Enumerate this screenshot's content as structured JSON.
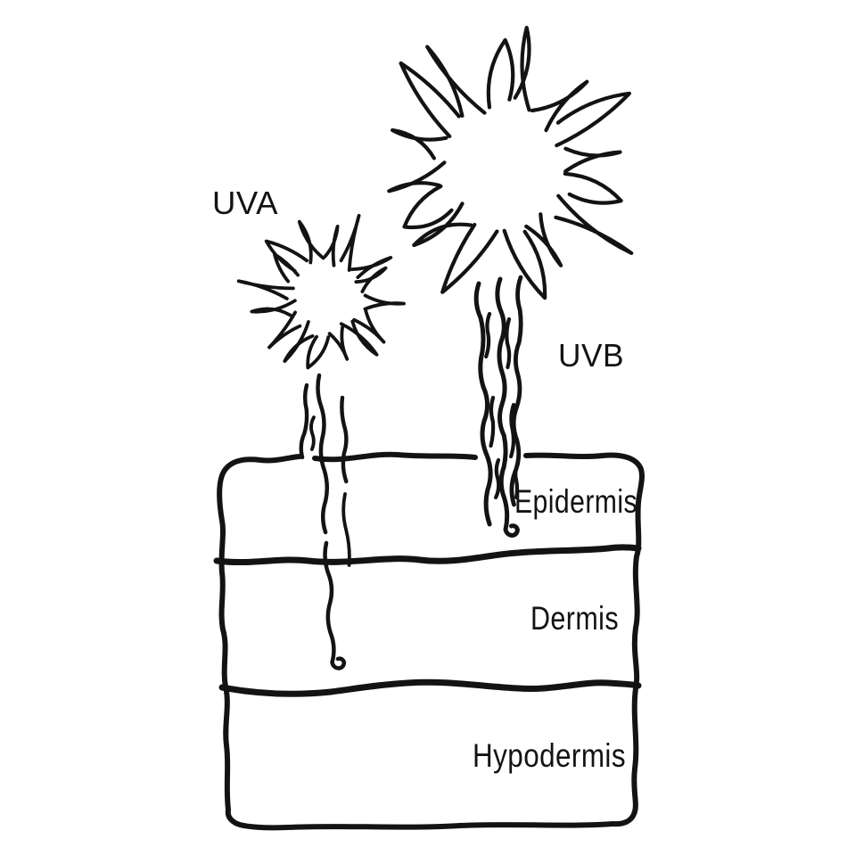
{
  "diagram": {
    "background_color": "#ffffff",
    "ink_color": "#131313",
    "suns": {
      "uva": {
        "label": "UVA",
        "size": "small"
      },
      "uvb": {
        "label": "UVB",
        "size": "large"
      }
    },
    "skin_layers": [
      {
        "label": "Epidermis"
      },
      {
        "label": "Dermis"
      },
      {
        "label": "Hypodermis"
      }
    ]
  }
}
